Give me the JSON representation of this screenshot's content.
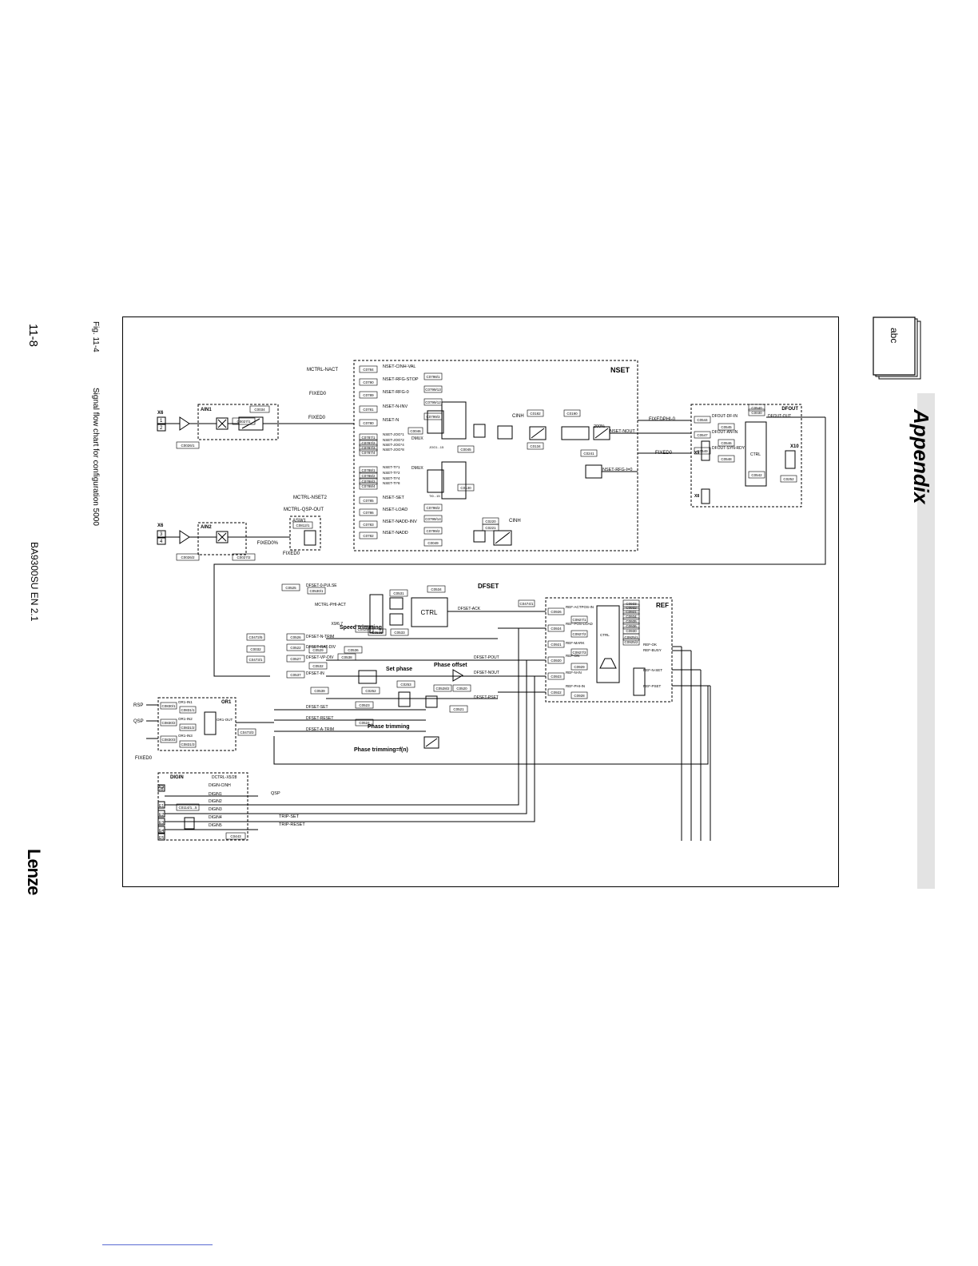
{
  "page": {
    "page_number": "11-8",
    "figure_label": "Fig. 11-4",
    "figure_caption": "Signal flow chart for configuration 5000",
    "document_id": "BA9300SU  EN  2.1",
    "brand": "Lenze",
    "section_title": "Appendix",
    "tab_label": "abc"
  },
  "diagram": {
    "blocks": {
      "nset": "NSET",
      "dfset": "DFSET",
      "ref": "REF",
      "dfout": "DFOUT",
      "ain1": "AIN1",
      "ain2": "AIN2",
      "or1": "OR1",
      "digin": "DIGIN",
      "asw1": "ASW1"
    },
    "terminals": {
      "x6": "X6",
      "x5": "X5",
      "x9": "X9",
      "x8": "X8",
      "x10": "X10",
      "t28": "28",
      "e1": "E1",
      "e2": "E2",
      "e3": "E3",
      "e4": "E4",
      "e5": "E5",
      "p1": "1",
      "p2": "2",
      "p3": "3",
      "p4": "4"
    },
    "nset_inputs": [
      "MCTRL-NACT",
      "FIXED0",
      "FIXED0",
      "MCTRL-NSET2",
      "MCTRL-QSP-OUT",
      "FIXED0%",
      "FIXED0"
    ],
    "nset_signals": [
      "NSET-CINH-VAL",
      "NSET-RFG-STOP",
      "NSET-RFG-0",
      "NSET-N-INV",
      "NSET-N",
      "NSET-JOG*1",
      "NSET-JOG*2",
      "NSET-JOG*4",
      "NSET-JOG*8",
      "NSET-TI*1",
      "NSET-TI*2",
      "NSET-TI*4",
      "NSET-TI*8",
      "NSET-SET",
      "NSET-LOAD",
      "NSET-NADD-INV",
      "NSET-NADD"
    ],
    "nset_outputs": [
      "NSET-NOUT",
      "NSET-RFG-I=0"
    ],
    "nset_codes": [
      "C0784",
      "C0790",
      "C0789",
      "C0781",
      "C0780",
      "C0787/1",
      "C0787/2",
      "C0787/3",
      "C0787/4",
      "C0788/1",
      "C0788/2",
      "C0788/3",
      "C0788/4",
      "C0785",
      "C0786",
      "C0783",
      "C0782",
      "C0798/1",
      "C0799/13",
      "C0799/12",
      "C0799/3",
      "C0046",
      "C0045",
      "C0130",
      "C0182",
      "C0134",
      "C0190",
      "C0241",
      "C0798/2",
      "C0799/14",
      "C0799/2",
      "C0049",
      "C0220",
      "C0221"
    ],
    "nset_labels": [
      "CINH",
      "CINH",
      "DMUX",
      "DMUX",
      "JOG1...15",
      "TI0...15",
      "200%"
    ],
    "ain_codes": [
      "C0026/1",
      "C0027/1",
      "C0034",
      "C0026/2",
      "C0027/2",
      "C0812/1"
    ],
    "dfout_signals": [
      "FIXEDPHI-0",
      "DFOUT-DF-IN",
      "DFOUT-AN-IN",
      "DFOUT-SYN-RDY",
      "DFOUT-OUT",
      "FIXED0",
      "CTRL"
    ],
    "dfout_codes": [
      "C0544",
      "C0547",
      "C0549",
      "C0540",
      "C0030",
      "C0545",
      "C0546",
      "C0548",
      "C0542",
      "C0252"
    ],
    "dfset_signals": [
      "DFSET-0-PULSE",
      "MCTRL-PHI-ACT",
      "X9/6,7",
      "DFSET-N-TRIM",
      "DFSET-RAT-DIV",
      "DFSET-VP-DIV",
      "DFSET-IN",
      "DFSET-ACK",
      "DFSET-POUT",
      "DFSET-NOUT",
      "DFSET-PSET",
      "DFSET-SET",
      "DFSET-RESET",
      "DFSET-A-TRIM"
    ],
    "dfset_labels": [
      "CTRL",
      "Speed trimming",
      "Set phase",
      "Phase offset",
      "Phase trimming",
      "Phase trimming=f(n)"
    ],
    "dfset_codes": [
      "C0525",
      "C0530/1",
      "C0531",
      "C0534",
      "C0535",
      "C0533",
      "C0528/1",
      "C0472/5",
      "C0526",
      "C0032",
      "C0522",
      "C0473/1",
      "C0527",
      "C0529",
      "C0536",
      "C0532",
      "C0537",
      "C0539",
      "C0538",
      "C0252",
      "C0253",
      "C0528/2",
      "C0520",
      "C0521",
      "C0523",
      "C0524",
      "C0473/3"
    ],
    "ref_signals": [
      "REF-ACTPOS-IN",
      "REF-POS-LOAD",
      "REF-MARK",
      "REF-ON",
      "REF-N-IN",
      "REF-PHI-IN",
      "REF-OK",
      "REF-BUSY",
      "REF-N-SET",
      "REF-PSET",
      "CTRL"
    ],
    "ref_codes": [
      "C0474/1",
      "C0926",
      "C0924",
      "C0921",
      "C0920",
      "C0923",
      "C0922",
      "C0928",
      "C0927/1",
      "C0927/2",
      "C0927/3",
      "C0929",
      "C0933",
      "C0932",
      "C0931",
      "C0934",
      "C0935",
      "C0936",
      "C0930",
      "C0925/1",
      "C0925/2"
    ],
    "or1_signals": [
      "RSP",
      "QSP",
      "FIXED0",
      "OR1-IN1",
      "OR1-IN2",
      "OR1-IN3",
      "OR1-OUT"
    ],
    "or1_codes": [
      "C0830/1",
      "C0831/1",
      "C0830/2",
      "C0831/2",
      "C0830/3",
      "C0831/3"
    ],
    "digin_signals": [
      "DCTRL-X5/28",
      "DIGIN-CINH",
      "DIGIN1",
      "DIGIN2",
      "DIGIN3",
      "DIGIN4",
      "DIGIN5",
      "QSP",
      "TRIP-SET",
      "TRIP-RESET"
    ],
    "digin_codes": [
      "C0114/1...5",
      "C0443"
    ]
  },
  "colors": {
    "line": "#000000",
    "band": "#e3e3e3",
    "footnote_rule": "#5a6bd3"
  }
}
